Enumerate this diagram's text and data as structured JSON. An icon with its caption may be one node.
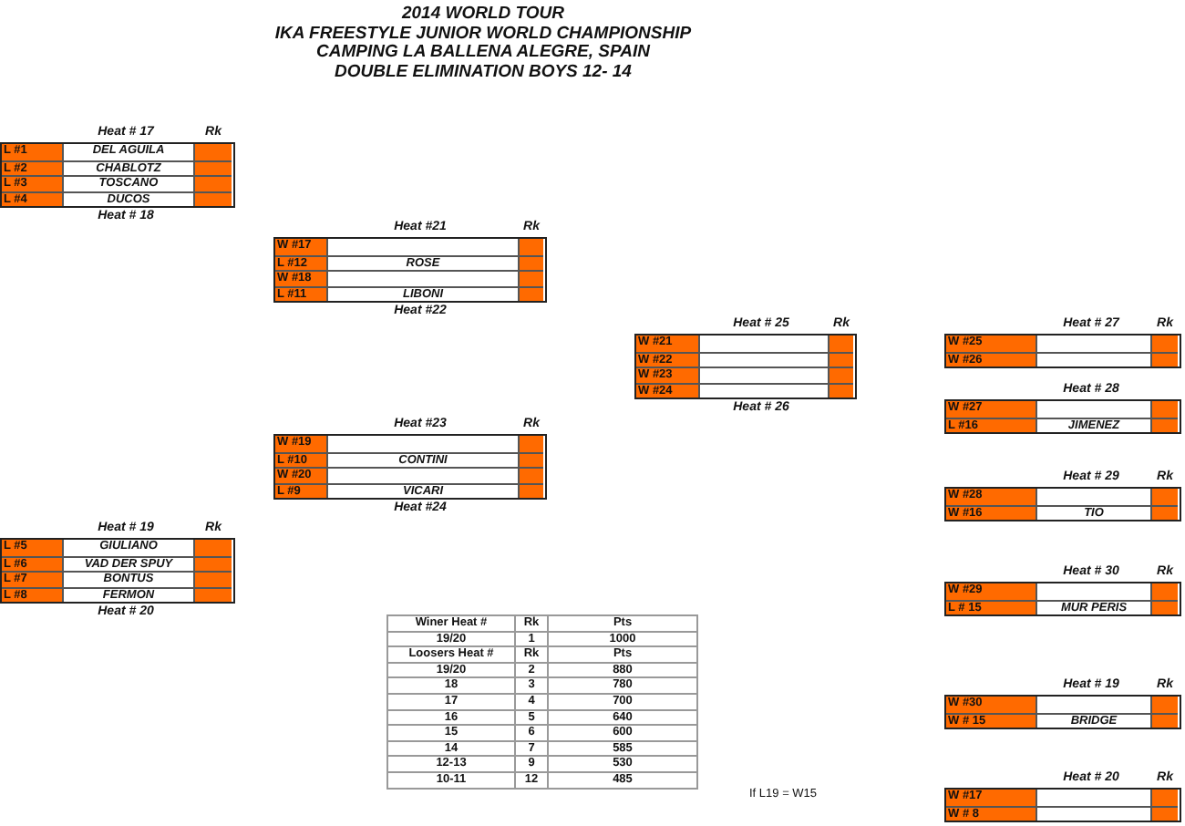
{
  "diagram": {
    "title": "2014 WORLD TOUR",
    "nodes": [
      {
        "text": [
          "Heat # 17",
          "Rk"
        ],
        "beside": [
          "Heat # 18"
        ]
      },
      {
        "text": [
          "L #1",
          "DEL AGUILA"
        ],
        "in": 0
      },
      {
        "text": [
          "L #2",
          "CHABLOTZ"
        ],
        "in": 0
      },
      {
        "text": [
          "L #3",
          "TOSCANO"
        ],
        "in": 0
      },
      {
        "text": [
          "L #4",
          "DUCOS"
        ],
        "in": 0
      },
      {
        "text": [
          "Heat #21",
          "Rk"
        ],
        "beside": [
          "Heat #22"
        ]
      },
      {
        "text": [
          "W #17"
        ],
        "in": 5
      },
      {
        "text": [
          "L #12",
          "ROSE"
        ],
        "in": 5
      },
      {
        "text": [
          "W #18"
        ],
        "in": 5
      },
      {
        "text": [
          "L #11",
          "LIBONI"
        ],
        "in": 5
      },
      {
        "text": [
          "Heat # 25",
          "Rk"
        ],
        "beside": [
          "Heat # 26"
        ]
      },
      {
        "text": [
          "W #21"
        ],
        "in": 10
      },
      {
        "text": [
          "W #22"
        ],
        "in": 10
      },
      {
        "text": [
          "W #23"
        ],
        "in": 10
      },
      {
        "text": [
          "W #24"
        ],
        "in": 10
      },
      {
        "text": [
          "Heat # 27",
          "Rk"
        ]
      },
      {
        "text": [
          "W #25"
        ],
        "in": 15
      },
      {
        "text": [
          "W #26"
        ],
        "in": 15
      },
      {
        "text": [
          "Heat # 28"
        ]
      },
      {
        "text": [
          "W #27"
        ],
        "in": 18
      },
      {
        "text": [
          "L #16",
          "JIMENEZ"
        ],
        "in": 18
      },
      {
        "text": [
          "Heat #23",
          "Rk"
        ],
        "beside": [
          "Heat #24"
        ]
      },
      {
        "text": [
          "W #19"
        ],
        "in": 21
      },
      {
        "text": [
          "L #10",
          "CONTINI"
        ],
        "in": 21
      },
      {
        "text": [
          "W #20"
        ],
        "in": 21
      },
      {
        "text": [
          "L #9",
          "VICARI"
        ],
        "in": 21
      },
      {
        "text": [
          "Heat # 29",
          "Rk"
        ]
      },
      {
        "text": [
          "W #28"
        ],
        "in": 26
      },
      {
        "text": [
          "W #16",
          "TIO"
        ],
        "in": 26
      },
      {
        "text": [
          "Heat # 19",
          "Rk"
        ],
        "beside": [
          "Heat # 20"
        ]
      },
      {
        "text": [
          "L #5",
          "GIULIANO"
        ],
        "in": 29
      },
      {
        "text": [
          "L #6",
          "VAD DER SPUY"
        ],
        "in": 29
      },
      {
        "text": [
          "L #7",
          "BONTUS"
        ],
        "in": 29
      },
      {
        "text": [
          "L #8",
          "FERMON"
        ],
        "in": 29
      },
      {
        "text": [
          "Heat # 30",
          "Rk"
        ]
      },
      {
        "text": [
          "W #29"
        ],
        "in": 34
      },
      {
        "text": [
          "L # 15",
          "MUR PERIS"
        ],
        "in": 34
      },
      {
        "text": [
          "Heat # 19",
          "Rk"
        ]
      },
      {
        "text": [
          "W #30"
        ],
        "in": 37
      },
      {
        "text": [
          "W # 15",
          "BRIDGE"
        ],
        "in": 37
      },
      {
        "text": [
          "Heat # 20",
          "Rk"
        ]
      },
      {
        "text": [
          "W #17"
        ],
        "in": 40
      },
      {
        "text": [
          "W # 8"
        ],
        "in": 40
      }
    ],
    "labels": [
      "IKA FREESTYLE JUNIOR WORLD CHAMPIONSHIP",
      "CAMPING LA BALLENA ALEGRE, SPAIN",
      "DOUBLE ELIMINATION BOYS 12- 14",
      "Winer Heat #",
      "Rk",
      "Pts",
      "19/20",
      "1",
      "1000",
      "Loosers Heat #",
      "Rk",
      "Pts",
      "19/20",
      "2",
      "880",
      "18",
      "3",
      "780",
      "17",
      "4",
      "700",
      "16",
      "5",
      "640",
      "15",
      "6",
      "600",
      "14",
      "7",
      "585",
      "12-13",
      "9",
      "530",
      "10-11",
      "12",
      "485",
      "If L19 = W15"
    ]
  }
}
